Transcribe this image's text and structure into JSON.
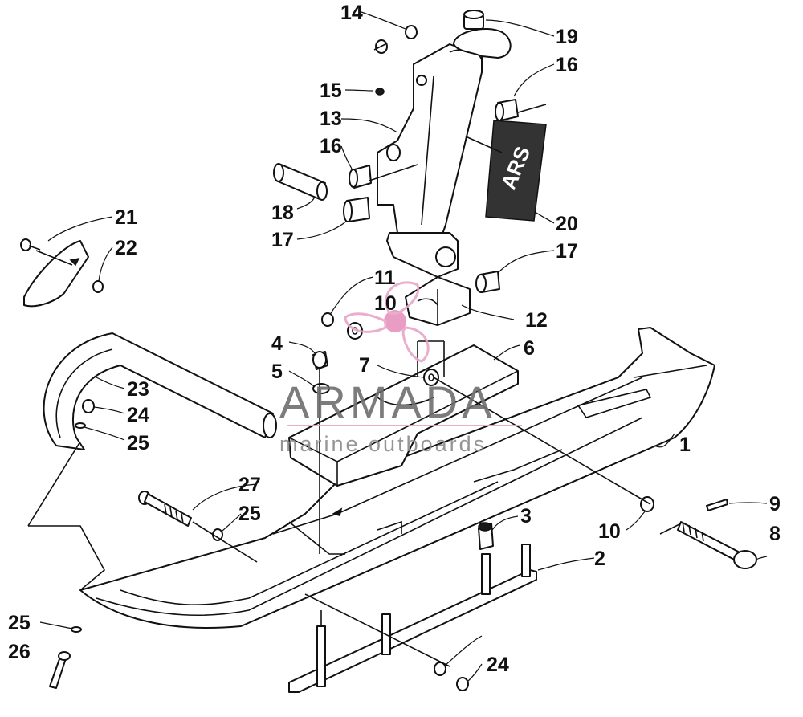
{
  "callouts": [
    {
      "id": "c1",
      "text": "1"
    },
    {
      "id": "c2",
      "text": "2"
    },
    {
      "id": "c3",
      "text": "3"
    },
    {
      "id": "c4",
      "text": "4"
    },
    {
      "id": "c5",
      "text": "5"
    },
    {
      "id": "c6",
      "text": "6"
    },
    {
      "id": "c7",
      "text": "7"
    },
    {
      "id": "c8",
      "text": "8"
    },
    {
      "id": "c9",
      "text": "9"
    },
    {
      "id": "c10a",
      "text": "10"
    },
    {
      "id": "c10b",
      "text": "10"
    },
    {
      "id": "c11",
      "text": "11"
    },
    {
      "id": "c12",
      "text": "12"
    },
    {
      "id": "c13",
      "text": "13"
    },
    {
      "id": "c14",
      "text": "14"
    },
    {
      "id": "c15",
      "text": "15"
    },
    {
      "id": "c16a",
      "text": "16"
    },
    {
      "id": "c16b",
      "text": "16"
    },
    {
      "id": "c17a",
      "text": "17"
    },
    {
      "id": "c17b",
      "text": "17"
    },
    {
      "id": "c18",
      "text": "18"
    },
    {
      "id": "c19",
      "text": "19"
    },
    {
      "id": "c20",
      "text": "20"
    },
    {
      "id": "c21",
      "text": "21"
    },
    {
      "id": "c22",
      "text": "22"
    },
    {
      "id": "c23",
      "text": "23"
    },
    {
      "id": "c24a",
      "text": "24"
    },
    {
      "id": "c24b",
      "text": "24"
    },
    {
      "id": "c25a",
      "text": "25"
    },
    {
      "id": "c25b",
      "text": "25"
    },
    {
      "id": "c25c",
      "text": "25"
    },
    {
      "id": "c26",
      "text": "26"
    },
    {
      "id": "c27",
      "text": "27"
    }
  ],
  "decal_text": "ARS",
  "watermark": {
    "brand": "ARMADA",
    "tagline": "marine outboards",
    "accent_color": "#e8a6c8",
    "text_color": "#6e6e6e"
  }
}
